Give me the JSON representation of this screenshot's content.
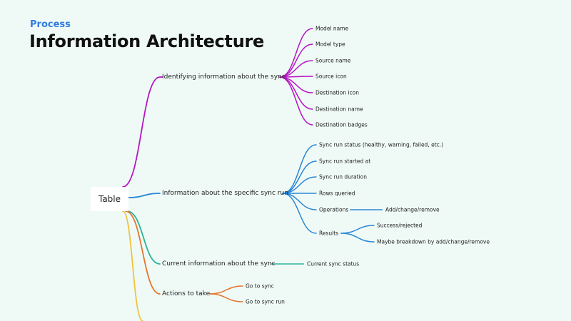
{
  "header": {
    "eyebrow": "Process",
    "title": "Information Architecture"
  },
  "colors": {
    "purple": "#b515c4",
    "blue": "#2a86d6",
    "teal": "#2bb39a",
    "orange": "#e5742a",
    "yellow": "#f2c23c"
  },
  "root": {
    "label": "Table"
  },
  "branches": [
    {
      "label": "Identifying information about the sync",
      "color": "purple",
      "children": [
        {
          "label": "Model name"
        },
        {
          "label": "Model type"
        },
        {
          "label": "Source name"
        },
        {
          "label": "Source icon"
        },
        {
          "label": "Destination icon"
        },
        {
          "label": "Destination name"
        },
        {
          "label": "Destination badges"
        }
      ]
    },
    {
      "label": "Information about the specific sync run",
      "color": "blue",
      "children": [
        {
          "label": "Sync run status (healthy, warning, failed, etc.)"
        },
        {
          "label": "Sync run started at"
        },
        {
          "label": "Sync run duration"
        },
        {
          "label": "Rows queried"
        },
        {
          "label": "Operations",
          "children": [
            {
              "label": "Add/change/remove"
            }
          ]
        },
        {
          "label": "Results",
          "children": [
            {
              "label": "Success/rejected"
            },
            {
              "label": "Maybe breakdown by add/change/remove"
            }
          ]
        }
      ]
    },
    {
      "label": "Current information about the sync",
      "color": "teal",
      "children": [
        {
          "label": "Current sync status"
        }
      ]
    },
    {
      "label": "Actions to take",
      "color": "orange",
      "children": [
        {
          "label": "Go to sync"
        },
        {
          "label": "Go to sync run"
        }
      ]
    }
  ]
}
